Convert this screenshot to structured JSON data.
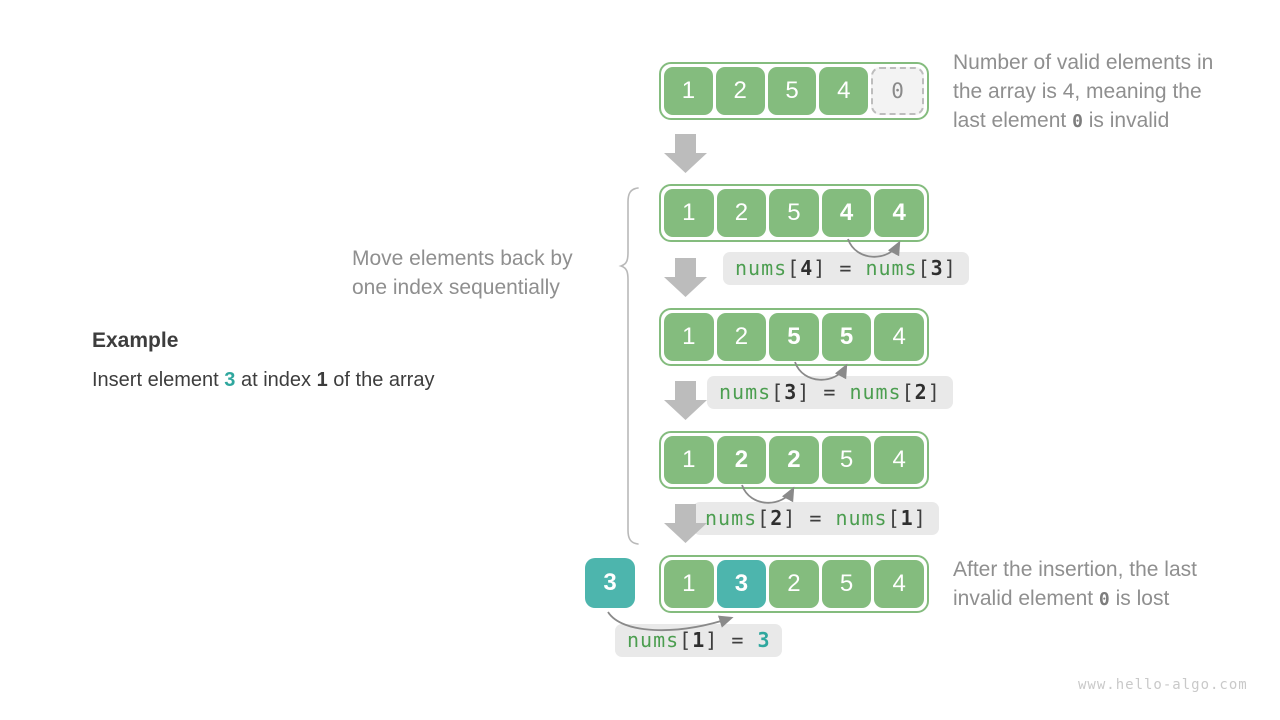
{
  "colors": {
    "green": "#84bc7e",
    "codeGreen": "#4c9e50",
    "teal": "#4db5ad",
    "tealText": "#2fa79e",
    "grayText": "#8f8f8f",
    "darkText": "#3d3d3d",
    "labelBg": "#e9e9e9",
    "arrowGray": "#bcbcbc",
    "arcGray": "#8a8a8a",
    "invalidBg": "#f3f3f3",
    "invalidBorder": "#bdbdbd",
    "watermark": "#c9c9c9",
    "brace": "#b9b9b9"
  },
  "example": {
    "title": "Example",
    "line": [
      {
        "t": "Insert element ",
        "s": "plain"
      },
      {
        "t": "3",
        "s": "teal"
      },
      {
        "t": " at index ",
        "s": "plain"
      },
      {
        "t": "1",
        "s": "bold"
      },
      {
        "t": " of the array",
        "s": "plain"
      }
    ]
  },
  "notes": {
    "move_lines": {
      "0": [
        {
          "t": "Move elements back by",
          "s": "plain"
        }
      ],
      "1": [
        {
          "t": "one index sequentially",
          "s": "plain"
        }
      ]
    },
    "top_lines": {
      "0": [
        {
          "t": "Number of valid elements in",
          "s": "plain"
        }
      ],
      "1": [
        {
          "t": "the array is 4, meaning the",
          "s": "plain"
        }
      ],
      "2": [
        {
          "t": "last element ",
          "s": "plain"
        },
        {
          "t": "0",
          "s": "mono"
        },
        {
          "t": " is invalid",
          "s": "plain"
        }
      ]
    },
    "bottom_lines": {
      "0": [
        {
          "t": "After the insertion, the last",
          "s": "plain"
        }
      ],
      "1": [
        {
          "t": "invalid element ",
          "s": "plain"
        },
        {
          "t": "0",
          "s": "mono"
        },
        {
          "t": " is lost",
          "s": "plain"
        }
      ]
    }
  },
  "arrays": {
    "row1": [
      {
        "v": "1"
      },
      {
        "v": "2"
      },
      {
        "v": "5"
      },
      {
        "v": "4"
      },
      {
        "v": "0",
        "invalid": true
      }
    ],
    "row2": [
      {
        "v": "1"
      },
      {
        "v": "2"
      },
      {
        "v": "5"
      },
      {
        "v": "4",
        "bold": true
      },
      {
        "v": "4",
        "bold": true
      }
    ],
    "row3": [
      {
        "v": "1"
      },
      {
        "v": "2"
      },
      {
        "v": "5",
        "bold": true
      },
      {
        "v": "5",
        "bold": true
      },
      {
        "v": "4"
      }
    ],
    "row4": [
      {
        "v": "1"
      },
      {
        "v": "2",
        "bold": true
      },
      {
        "v": "2",
        "bold": true
      },
      {
        "v": "5"
      },
      {
        "v": "4"
      }
    ],
    "row5": [
      {
        "v": "1"
      },
      {
        "v": "3",
        "teal": true,
        "bold": true
      },
      {
        "v": "2"
      },
      {
        "v": "5"
      },
      {
        "v": "4"
      }
    ],
    "inserted_value": "3"
  },
  "code_labels": {
    "step1": [
      {
        "t": "nums",
        "s": "fn"
      },
      {
        "t": "[",
        "s": "p"
      },
      {
        "t": "4",
        "s": "n"
      },
      {
        "t": "] = ",
        "s": "p"
      },
      {
        "t": "nums",
        "s": "fn"
      },
      {
        "t": "[",
        "s": "p"
      },
      {
        "t": "3",
        "s": "n"
      },
      {
        "t": "]",
        "s": "p"
      }
    ],
    "step2": [
      {
        "t": "nums",
        "s": "fn"
      },
      {
        "t": "[",
        "s": "p"
      },
      {
        "t": "3",
        "s": "n"
      },
      {
        "t": "] = ",
        "s": "p"
      },
      {
        "t": "nums",
        "s": "fn"
      },
      {
        "t": "[",
        "s": "p"
      },
      {
        "t": "2",
        "s": "n"
      },
      {
        "t": "]",
        "s": "p"
      }
    ],
    "step3": [
      {
        "t": "nums",
        "s": "fn"
      },
      {
        "t": "[",
        "s": "p"
      },
      {
        "t": "2",
        "s": "n"
      },
      {
        "t": "] = ",
        "s": "p"
      },
      {
        "t": "nums",
        "s": "fn"
      },
      {
        "t": "[",
        "s": "p"
      },
      {
        "t": "1",
        "s": "n"
      },
      {
        "t": "]",
        "s": "p"
      }
    ],
    "step4": [
      {
        "t": "nums",
        "s": "fn"
      },
      {
        "t": "[",
        "s": "p"
      },
      {
        "t": "1",
        "s": "n"
      },
      {
        "t": "] = ",
        "s": "p"
      },
      {
        "t": "3",
        "s": "val"
      }
    ]
  },
  "watermark": "www.hello-algo.com"
}
